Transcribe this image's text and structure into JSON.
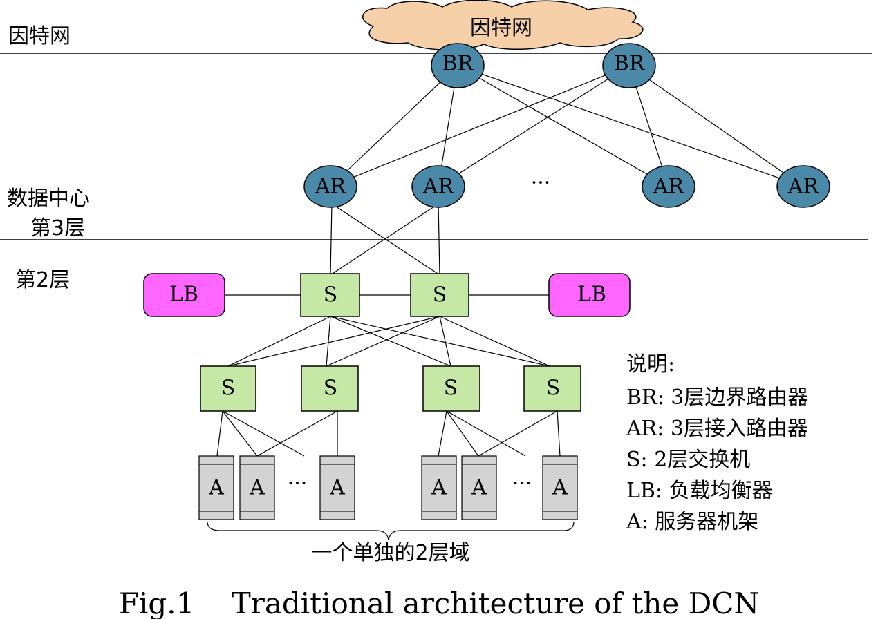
{
  "layers": {
    "internet_label": "因特网",
    "dc_layer3_line1": "数据中心",
    "dc_layer3_line2": "第3层",
    "layer2_label": "第2层"
  },
  "cloud": {
    "label": "因特网",
    "fill": "#f5d0a8"
  },
  "nodes": {
    "br": {
      "label": "BR",
      "count": 2,
      "fill": "#4a8aa8"
    },
    "ar": {
      "label": "AR",
      "count": 4,
      "fill": "#4a8aa8",
      "ellipsis": "···"
    },
    "lb": {
      "label": "LB",
      "count": 2,
      "fill": "#ff66ff"
    },
    "s_agg": {
      "label": "S",
      "count": 2,
      "fill": "#c6e8a6"
    },
    "s_access": {
      "label": "S",
      "count": 4,
      "fill": "#c6e8a6"
    },
    "a": {
      "label": "A",
      "fill": "#d3d3d3",
      "ellipsis": "···"
    }
  },
  "domain_label": "一个单独的2层域",
  "legend": {
    "title": "说明:",
    "items": [
      "BR: 3层边界路由器",
      "AR: 3层接入路由器",
      "S: 2层交换机",
      "LB: 负载均衡器",
      "A: 服务器机架"
    ]
  },
  "caption": "Fig.1    Traditional architecture of the DCN"
}
